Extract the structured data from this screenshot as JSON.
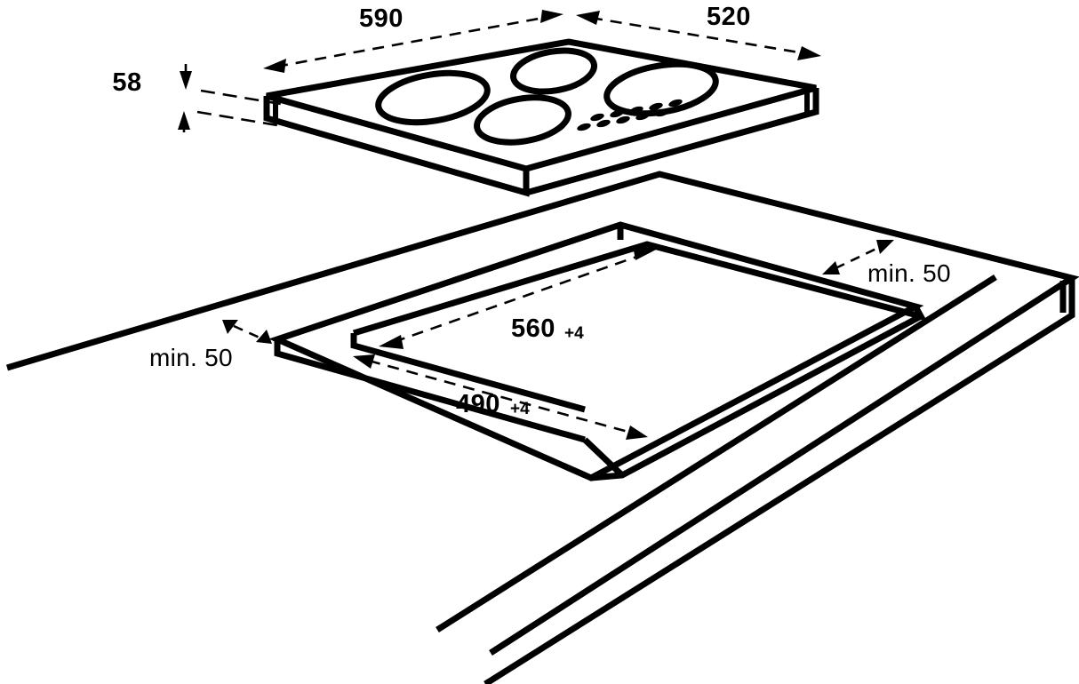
{
  "document": {
    "type": "technical-installation-drawing",
    "subject": "Built-in 4-zone cooktop with worktop cut-out",
    "units": "mm",
    "background_color": "#ffffff",
    "line_color": "#000000"
  },
  "dimensions": {
    "appliance_width": {
      "label": "590",
      "name": "appliance-width",
      "description": "Overall cooktop width"
    },
    "appliance_depth": {
      "label": "520",
      "name": "appliance-depth",
      "description": "Overall cooktop depth"
    },
    "appliance_height": {
      "label": "58",
      "name": "appliance-height",
      "description": "Cooktop body thickness"
    },
    "cutout_width": {
      "label": "560",
      "tolerance": "+4",
      "name": "cutout-width",
      "description": "Worktop cut-out width with tolerance"
    },
    "cutout_depth": {
      "label": "490",
      "tolerance": "+4",
      "name": "cutout-depth",
      "description": "Worktop cut-out depth with tolerance"
    },
    "clearance_left": {
      "label": "min. 50",
      "name": "clearance-left",
      "description": "Minimum clearance from cut-out to left worktop edge"
    },
    "clearance_rear": {
      "label": "min. 50",
      "name": "clearance-rear",
      "description": "Minimum clearance from cut-out to rear worktop edge"
    }
  },
  "appliance": {
    "name": "cooktop",
    "cooking_zones": [
      {
        "id": "zone-rear-left",
        "label": ""
      },
      {
        "id": "zone-rear-right",
        "label": ""
      },
      {
        "id": "zone-front-left",
        "label": ""
      },
      {
        "id": "zone-front-right",
        "label": ""
      }
    ],
    "control_panel": {
      "name": "touch-control-panel",
      "rows": 2,
      "keys_per_row": [
        5,
        5
      ]
    }
  },
  "worktop": {
    "name": "worktop",
    "cutout": {
      "name": "worktop-cutout"
    }
  }
}
